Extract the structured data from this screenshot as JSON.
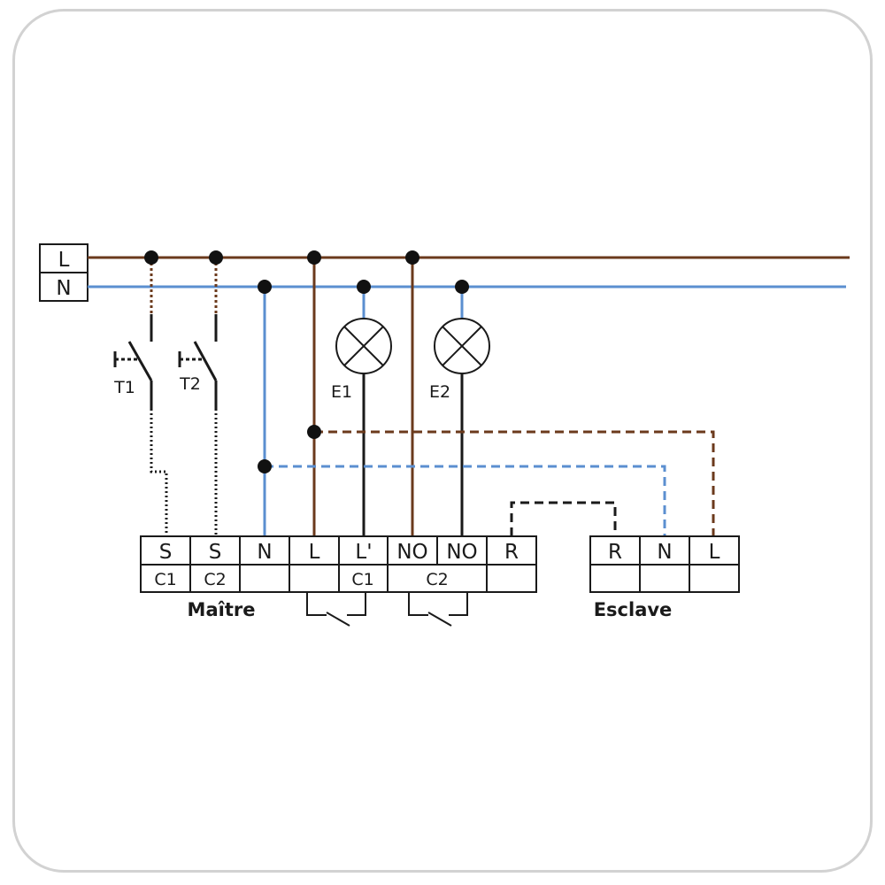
{
  "colors": {
    "live": "#6b3a1c",
    "neutral": "#5b8fd0",
    "control": "#1a1a1a"
  },
  "supply": {
    "live_label": "L",
    "neutral_label": "N"
  },
  "switches": {
    "t1": "T1",
    "t2": "T2"
  },
  "lamps": {
    "e1": "E1",
    "e2": "E2"
  },
  "master": {
    "name": "Maître",
    "terminals": [
      "S",
      "S",
      "N",
      "L",
      "L'",
      "NO",
      "NO",
      "R"
    ],
    "channels": {
      "c1_in": "C1",
      "c2_in": "C2",
      "c1_out": "C1",
      "c2_out": "C2"
    }
  },
  "slave": {
    "name": "Esclave",
    "terminals": [
      "R",
      "N",
      "L"
    ]
  }
}
